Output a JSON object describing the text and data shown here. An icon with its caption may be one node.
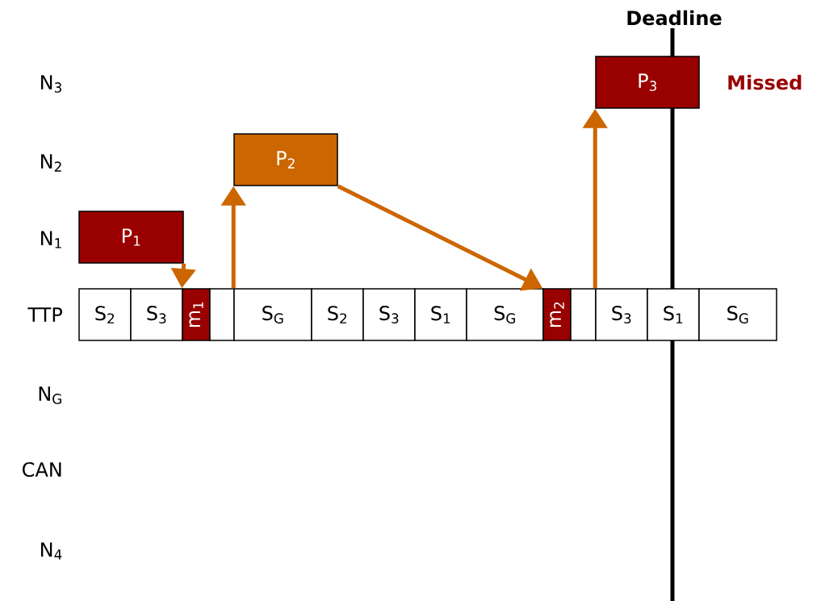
{
  "diagram": {
    "nodes": [
      {
        "text": [
          "P$_{3}$"
        ],
        "beside": [
          "Missed"
        ]
      },
      {
        "text": [
          "P$_{2}$"
        ]
      },
      {
        "text": [
          "P$_{1}$"
        ]
      },
      {
        "text": [
          "S$_{2}$"
        ]
      },
      {
        "text": [
          "S$_{3}$"
        ]
      },
      {
        "text": [
          "m$_{1}$"
        ]
      },
      {
        "text": [],
        "shape": "box"
      },
      {
        "text": [
          "S$_{G}$"
        ]
      },
      {
        "text": [
          "S$_{2}$"
        ]
      },
      {
        "text": [
          "S$_{3}$"
        ]
      },
      {
        "text": [
          "S$_{1}$"
        ]
      },
      {
        "text": [
          "S$_{G}$"
        ]
      },
      {
        "text": [
          "m$_{2}$"
        ]
      },
      {
        "text": [],
        "shape": "box"
      },
      {
        "text": [
          "S$_{3}$"
        ]
      },
      {
        "text": [
          "S$_{1}$"
        ]
      },
      {
        "text": [
          "S$_{G}$"
        ]
      }
    ],
    "edges": [
      {
        "from": 2,
        "to": 5,
        "arrow": "to"
      },
      {
        "from": 7,
        "to": 1,
        "arrow": "to"
      },
      {
        "from": 1,
        "to": 12,
        "arrow": "to"
      },
      {
        "from": 14,
        "to": 0,
        "arrow": "to"
      }
    ],
    "labels": [
      "Deadline",
      "N$_{3}$",
      "N$_{2}$",
      "N$_{1}$",
      "TTP",
      "N$_{G}$",
      "CAN",
      "N$_{4}$"
    ]
  }
}
